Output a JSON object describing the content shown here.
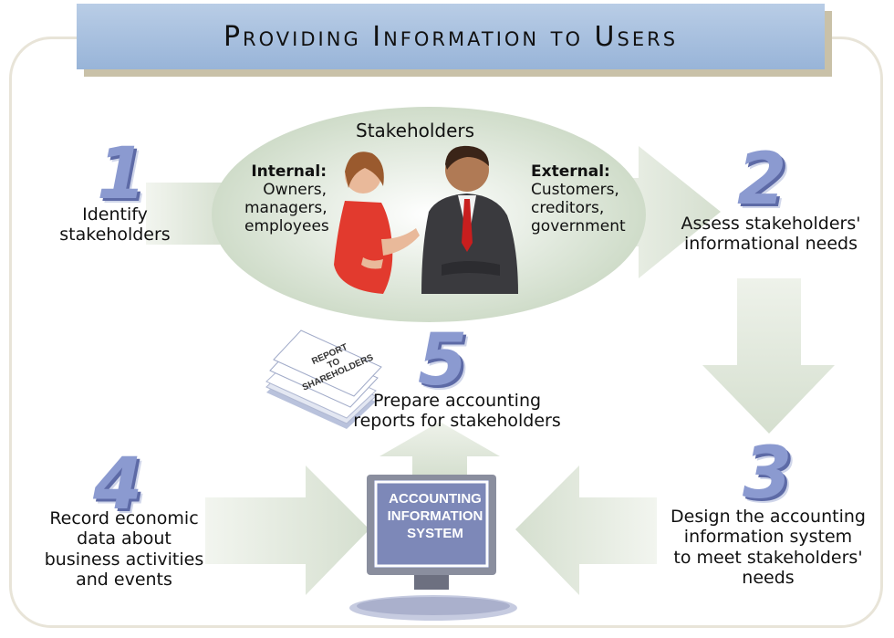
{
  "title": "Providing Information to Users",
  "stakeholders": {
    "title": "Stakeholders",
    "internal_label": "Internal:",
    "internal_list": [
      "Owners,",
      "managers,",
      "employees"
    ],
    "external_label": "External:",
    "external_list": [
      "Customers,",
      "creditors,",
      "government"
    ]
  },
  "steps": [
    {
      "number": "1",
      "lines": [
        "Identify",
        "stakeholders"
      ]
    },
    {
      "number": "2",
      "lines": [
        "Assess stakeholders'",
        "informational needs"
      ]
    },
    {
      "number": "3",
      "lines": [
        "Design the accounting",
        "information system",
        "to meet stakeholders'",
        "needs"
      ]
    },
    {
      "number": "4",
      "lines": [
        "Record economic",
        "data about",
        "business activities",
        "and events"
      ]
    },
    {
      "number": "5",
      "lines": [
        "Prepare accounting",
        "reports for stakeholders"
      ]
    }
  ],
  "computer": {
    "lines": [
      "ACCOUNTING",
      "INFORMATION",
      "SYSTEM"
    ]
  },
  "report": {
    "lines": [
      "REPORT",
      "TO",
      "SHAREHOLDERS"
    ]
  },
  "colors": {
    "arrow": "#dde5d6",
    "ellipse": "#d9e4d3",
    "banner": "#a9c1e0",
    "number": "#8b9ad0",
    "screen": "#7d88b8"
  }
}
